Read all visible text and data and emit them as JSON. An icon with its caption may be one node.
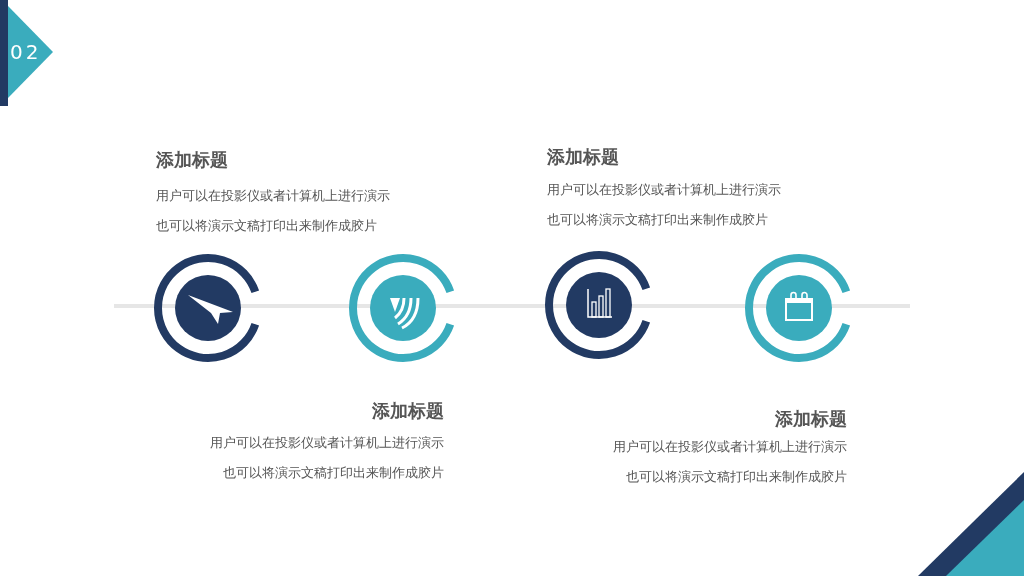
{
  "diagram": {
    "labels": [
      "02",
      "添加标题",
      "用户可以在投影仪或者计算机上进行演示也可以将演示文稿打印出来制作成胶片",
      "添加标题",
      "用户可以在投影仪或者计算机上进行演示也可以将演示文稿打印出来制作成胶片",
      "添加标题",
      "用户可以在投影仪或者计算机上进行演示也可以将演示文稿打印出来制作成胶片",
      "添加标题",
      "用户可以在投影仪或者计算机上进行演示也可以将演示文稿打印出来制作成胶片"
    ]
  }
}
